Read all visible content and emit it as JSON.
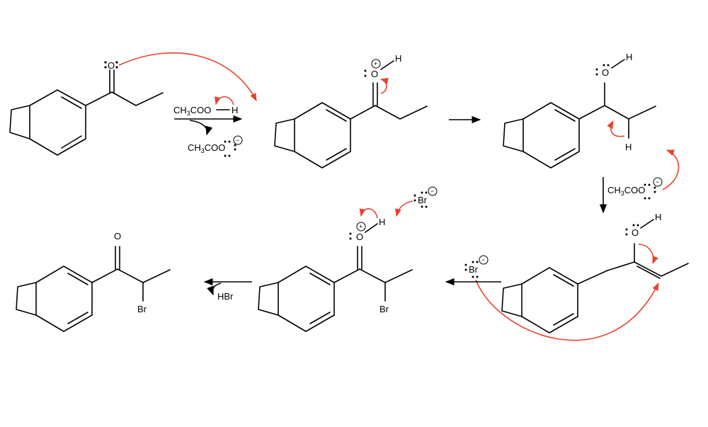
{
  "colors": {
    "ink": "#000000",
    "electron_arrow": "#e8412c",
    "background": "#ffffff"
  },
  "labels": {
    "oxygen": "O",
    "hydrogen": "H",
    "bromine": "Br",
    "carbonyl_o": "O",
    "reagent_acid_prefix": "CH",
    "reagent_acid_sub": "3",
    "reagent_acid_suffix": "COO",
    "acetate_prefix": "CH",
    "acetate_sub": "3",
    "acetate_suffix": "COO",
    "hbr": "HBr",
    "plus": "+",
    "minus": "−"
  }
}
